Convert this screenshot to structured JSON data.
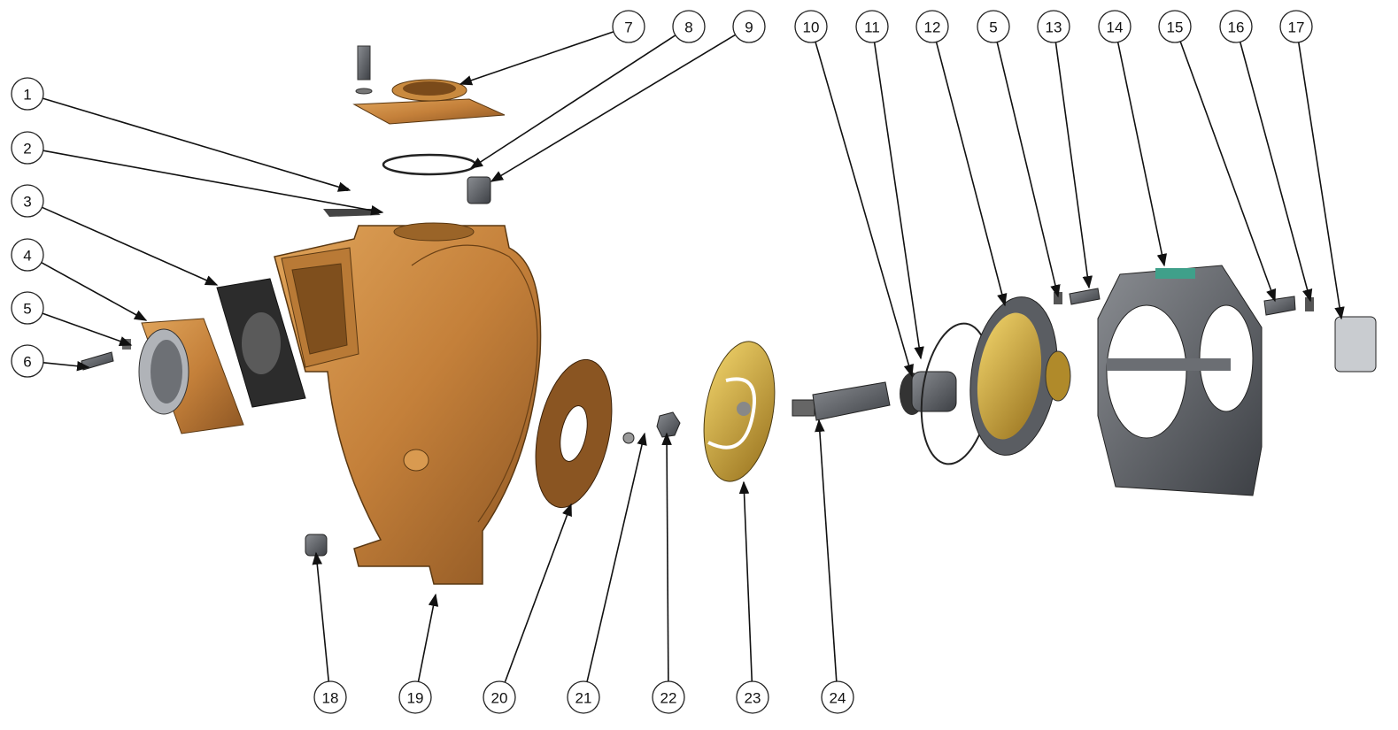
{
  "title": "Pump exploded view",
  "colors": {
    "bronze": "#c98a3f",
    "bronze_dark": "#8a5522",
    "gray": "#5b5e63",
    "yellow": "#d9b23a"
  },
  "callouts": [
    "1",
    "2",
    "3",
    "4",
    "5",
    "6",
    "7",
    "8",
    "9",
    "10",
    "11",
    "12",
    "5",
    "13",
    "14",
    "15",
    "16",
    "17",
    "18",
    "19",
    "20",
    "21",
    "22",
    "23",
    "24"
  ]
}
